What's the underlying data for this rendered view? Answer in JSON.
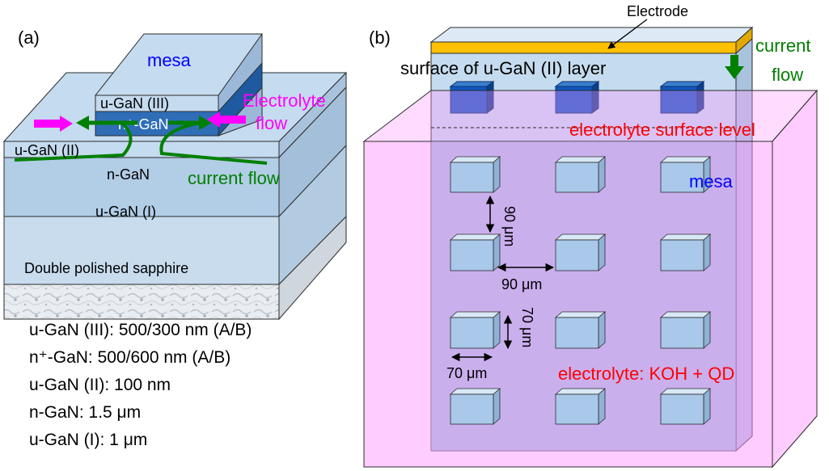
{
  "panel_a": {
    "label": "(a)",
    "mesa": "mesa",
    "u_gan_iii": "u-GaN (III)",
    "n_plus_gan": "n⁺-GaN",
    "u_gan_ii": "u-GaN (II)",
    "n_gan": "n-GaN",
    "u_gan_i": "u-GaN (I)",
    "substrate": "Double polished sapphire",
    "electrolyte_line1": "Electrolyte",
    "electrolyte_line2": "flow",
    "current_flow": "current flow"
  },
  "specs": [
    "u-GaN (III): 500/300 nm (A/B)",
    "n⁺-GaN: 500/600 nm (A/B)",
    "u-GaN (II): 100 nm",
    "n-GaN: 1.5 μm",
    "u-GaN (I): 1 μm"
  ],
  "panel_b": {
    "label": "(b)",
    "electrode": "Electrode",
    "surface": "surface of u-GaN (II) layer",
    "current_line1": "current",
    "current_line2": "flow",
    "electrolyte_surface": "electrolyte surface level",
    "mesa": "mesa",
    "dim_v1": "90 μm",
    "dim_h1": "90 μm",
    "dim_v2": "70 μm",
    "dim_h2": "70 μm",
    "electrolyte": "electrolyte: KOH + QD"
  },
  "colors": {
    "layer_light": "#c5dbef",
    "mesa_blue": "#2f6eb7",
    "electrode": "#ffc000",
    "electrolyte": "#ff99ff",
    "magenta": "#ff00ff",
    "green": "#008000",
    "red": "#ff0000",
    "blue": "#0000ff"
  }
}
